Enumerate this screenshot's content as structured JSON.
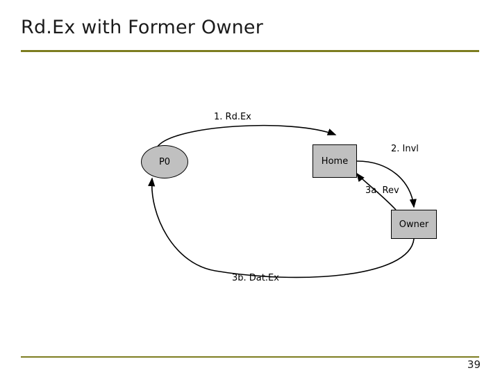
{
  "slide": {
    "title": "Rd.Ex with Former Owner",
    "page_number": "39",
    "rule_color": "#7d7d20",
    "background": "#ffffff"
  },
  "diagram": {
    "type": "node-link",
    "node_fill": "#c0c0c0",
    "node_stroke": "#000000",
    "nodes": [
      {
        "id": "p0",
        "label": "P0",
        "shape": "ellipse"
      },
      {
        "id": "home",
        "label": "Home",
        "shape": "rectangle"
      },
      {
        "id": "owner",
        "label": "Owner",
        "shape": "rectangle"
      }
    ],
    "edges": [
      {
        "id": "rdex",
        "label": "1. Rd.Ex",
        "from": "p0",
        "to": "home"
      },
      {
        "id": "invl",
        "label": "2. Invl",
        "from": "home",
        "to": "owner"
      },
      {
        "id": "rev",
        "label": "3a. Rev",
        "from": "owner",
        "to": "home"
      },
      {
        "id": "datex",
        "label": "3b. Dat.Ex",
        "from": "owner",
        "to": "p0"
      }
    ]
  }
}
